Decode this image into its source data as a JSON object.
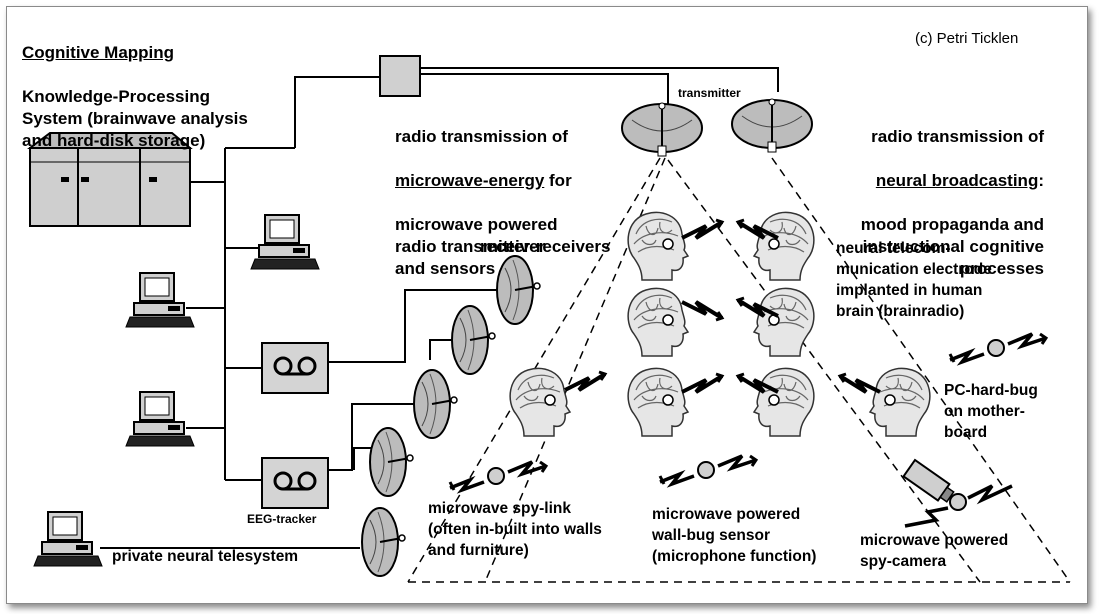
{
  "credit": "(c) Petri Ticklen",
  "title": {
    "underlined": "Cognitive Mapping",
    "rest": "Knowledge-Processing\nSystem (brainwave analysis\nand hard-disk storage)"
  },
  "transmitter_label": "transmitter",
  "receiver_label": "receiver",
  "microwave_energy": {
    "line1": "radio transmission of",
    "underlined": "microwave-energy",
    "line2_rest": " for",
    "rest": "microwave powered\nradio transmitter-receivers\nand sensors"
  },
  "neural_broadcasting": {
    "line1": "radio transmission of",
    "underlined": "neural broadcasting",
    "line2_rest": ":",
    "rest": "mood propaganda and\ninstructional cognitive\nprocesses"
  },
  "electrode_label": "neural telecom-\nmunication electrode\nimplanted in human\nbrain (brainradio)",
  "pc_bug_label": "PC-hard-bug\non mother-\nboard",
  "spy_link_label": "microwave spy-link\n(often in-built into walls\nand furniture)",
  "wall_bug_label": "microwave powered\nwall-bug sensor\n(microphone function)",
  "spy_camera_label": "microwave powered\nspy-camera",
  "eeg_label": "EEG-tracker",
  "private_label": "private neural telesystem"
}
